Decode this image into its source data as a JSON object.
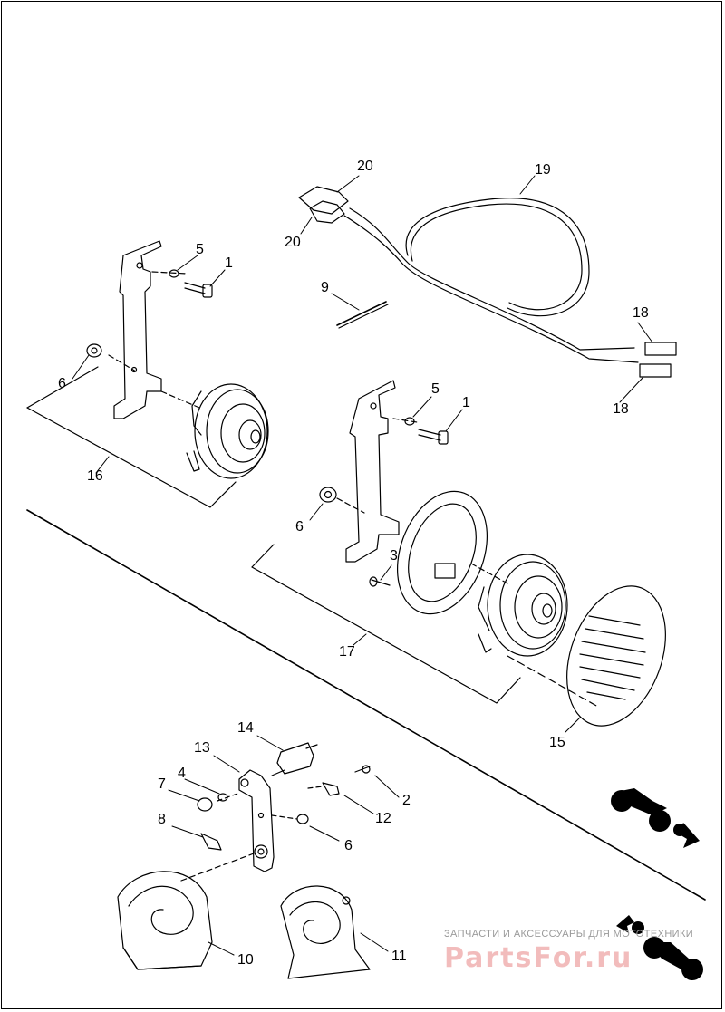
{
  "callouts": [
    {
      "id": "l1a",
      "text": "1"
    },
    {
      "id": "l5a",
      "text": "5"
    },
    {
      "id": "l6a",
      "text": "6"
    },
    {
      "id": "l16",
      "text": "16"
    },
    {
      "id": "l20a",
      "text": "20"
    },
    {
      "id": "l20b",
      "text": "20"
    },
    {
      "id": "l19",
      "text": "19"
    },
    {
      "id": "l9",
      "text": "9"
    },
    {
      "id": "l18a",
      "text": "18"
    },
    {
      "id": "l18b",
      "text": "18"
    },
    {
      "id": "l5b",
      "text": "5"
    },
    {
      "id": "l1b",
      "text": "1"
    },
    {
      "id": "l6b",
      "text": "6"
    },
    {
      "id": "l3",
      "text": "3"
    },
    {
      "id": "l17",
      "text": "17"
    },
    {
      "id": "l15",
      "text": "15"
    },
    {
      "id": "l14",
      "text": "14"
    },
    {
      "id": "l13",
      "text": "13"
    },
    {
      "id": "l4",
      "text": "4"
    },
    {
      "id": "l7",
      "text": "7"
    },
    {
      "id": "l2",
      "text": "2"
    },
    {
      "id": "l12",
      "text": "12"
    },
    {
      "id": "l8",
      "text": "8"
    },
    {
      "id": "l6c",
      "text": "6"
    },
    {
      "id": "l10",
      "text": "10"
    },
    {
      "id": "l11",
      "text": "11"
    }
  ],
  "watermark": {
    "text": "ЗАПЧАСТИ И АКСЕССУАРЫ ДЛЯ МОТОТЕХНИКИ",
    "logo": "PartsFor.ru"
  },
  "icons": [
    "motorcycle-direction-icon-front",
    "motorcycle-direction-icon-rear"
  ]
}
